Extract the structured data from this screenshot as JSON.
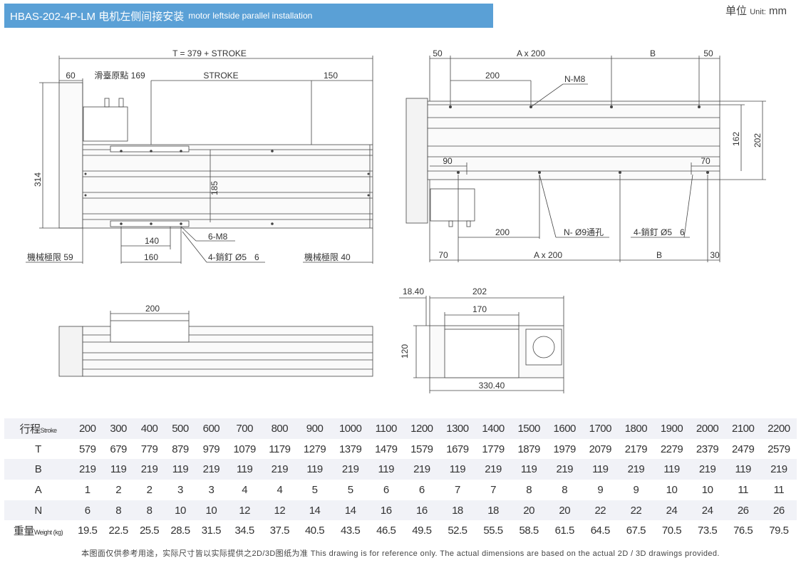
{
  "header": {
    "title_main": "HBAS-202-4P-LM 电机左侧间接安装",
    "title_sub": "motor leftside parallel installation"
  },
  "unit": {
    "main": "单位",
    "small": "Unit:",
    "value": "mm"
  },
  "drawing": {
    "top_view": {
      "t_total": "T = 379 + STROKE",
      "dim_60": "60",
      "origin": "滑臺原點 169",
      "stroke": "STROKE",
      "dim_150": "150",
      "height_314": "314",
      "height_185": "185",
      "dim_140": "140",
      "dim_160": "160",
      "holes_m8": "6-M8",
      "pins": "4-銷釘 Ø5",
      "pins_depth": "6",
      "limit_left": "機械極限 59",
      "limit_right": "機械極限 40"
    },
    "bottom_view": {
      "dim_50_left": "50",
      "a200_top": "A x 200",
      "b_top": "B",
      "dim_50_right": "50",
      "dim_200_top": "200",
      "nm8": "N-M8",
      "dim_162": "162",
      "dim_202": "202",
      "dim_90": "90",
      "dim_70_inner": "70",
      "dim_200_bottom": "200",
      "n_holes": "N- Ø9通孔",
      "pins": "4-銷釘 Ø5",
      "pins_depth": "6",
      "dim_70_left": "70",
      "a200_bottom": "A x 200",
      "b_bottom": "B",
      "dim_30": "30"
    },
    "side_view": {
      "dim_200": "200"
    },
    "end_view": {
      "dim_1840": "18.40",
      "dim_202": "202",
      "dim_170": "170",
      "dim_120": "120",
      "dim_3304": "330.40"
    }
  },
  "table": {
    "rows": [
      {
        "label": "行程",
        "label_small": "Stroke",
        "values": [
          "200",
          "300",
          "400",
          "500",
          "600",
          "700",
          "800",
          "900",
          "1000",
          "1100",
          "1200",
          "1300",
          "1400",
          "1500",
          "1600",
          "1700",
          "1800",
          "1900",
          "2000",
          "2100",
          "2200"
        ]
      },
      {
        "label": "T",
        "label_small": "",
        "values": [
          "579",
          "679",
          "779",
          "879",
          "979",
          "1079",
          "1179",
          "1279",
          "1379",
          "1479",
          "1579",
          "1679",
          "1779",
          "1879",
          "1979",
          "2079",
          "2179",
          "2279",
          "2379",
          "2479",
          "2579"
        ]
      },
      {
        "label": "B",
        "label_small": "",
        "values": [
          "219",
          "119",
          "219",
          "119",
          "219",
          "119",
          "219",
          "119",
          "219",
          "119",
          "219",
          "119",
          "219",
          "119",
          "219",
          "119",
          "219",
          "119",
          "219",
          "119",
          "219"
        ]
      },
      {
        "label": "A",
        "label_small": "",
        "values": [
          "1",
          "2",
          "2",
          "3",
          "3",
          "4",
          "4",
          "5",
          "5",
          "6",
          "6",
          "7",
          "7",
          "8",
          "8",
          "9",
          "9",
          "10",
          "10",
          "11",
          "11"
        ]
      },
      {
        "label": "N",
        "label_small": "",
        "values": [
          "6",
          "8",
          "8",
          "10",
          "10",
          "12",
          "12",
          "14",
          "14",
          "16",
          "16",
          "18",
          "18",
          "20",
          "20",
          "22",
          "22",
          "24",
          "24",
          "26",
          "26"
        ]
      },
      {
        "label": "重量",
        "label_small": "Weight (kg)",
        "values": [
          "19.5",
          "22.5",
          "25.5",
          "28.5",
          "31.5",
          "34.5",
          "37.5",
          "40.5",
          "43.5",
          "46.5",
          "49.5",
          "52.5",
          "55.5",
          "58.5",
          "61.5",
          "64.5",
          "67.5",
          "70.5",
          "73.5",
          "76.5",
          "79.5"
        ]
      }
    ]
  },
  "footnote": "本图面仅供参考用途，实际尺寸皆以实际提供之2D/3D图纸为准 This drawing is for reference only. The actual dimensions are based on the actual 2D / 3D drawings provided.",
  "colors": {
    "header_bg": "#5aa0d6",
    "row_alt": "#f1f2f7",
    "line": "#444444"
  }
}
